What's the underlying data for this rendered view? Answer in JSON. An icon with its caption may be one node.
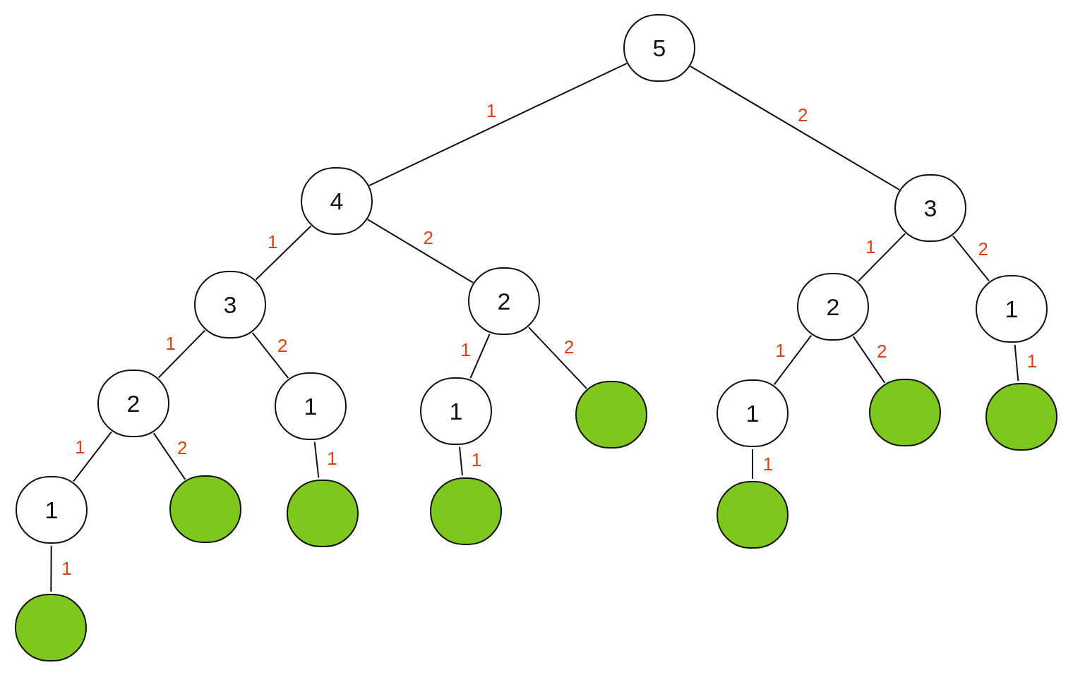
{
  "diagram": {
    "nodes": [
      {
        "text": [
          "5"
        ]
      },
      {
        "text": [
          "4"
        ]
      },
      {
        "text": [
          "3"
        ]
      },
      {
        "text": [
          "3"
        ]
      },
      {
        "text": [
          "2"
        ]
      },
      {
        "text": [
          "2"
        ]
      },
      {
        "text": [
          "1"
        ]
      },
      {
        "text": [
          "2"
        ]
      },
      {
        "text": [
          "1"
        ]
      },
      {
        "text": [
          "1"
        ]
      },
      {
        "text": [],
        "shape": "circle"
      },
      {
        "text": [
          "1"
        ]
      },
      {
        "text": [],
        "shape": "circle"
      },
      {
        "text": [],
        "shape": "circle"
      },
      {
        "text": [
          "1"
        ]
      },
      {
        "text": [],
        "shape": "circle"
      },
      {
        "text": [],
        "shape": "circle"
      },
      {
        "text": [],
        "shape": "circle"
      },
      {
        "text": [],
        "shape": "circle"
      },
      {
        "text": [],
        "shape": "circle"
      }
    ],
    "edges": [
      {
        "from": 0,
        "to": 1,
        "arrow": "none",
        "label": "1"
      },
      {
        "from": 0,
        "to": 2,
        "arrow": "none",
        "label": "2"
      },
      {
        "from": 1,
        "to": 3,
        "arrow": "none",
        "label": "1"
      },
      {
        "from": 1,
        "to": 4,
        "arrow": "none",
        "label": "2"
      },
      {
        "from": 2,
        "to": 5,
        "arrow": "none",
        "label": "1"
      },
      {
        "from": 2,
        "to": 6,
        "arrow": "none",
        "label": "2"
      },
      {
        "from": 3,
        "to": 7,
        "arrow": "none",
        "label": "1"
      },
      {
        "from": 3,
        "to": 8,
        "arrow": "none",
        "label": "2"
      },
      {
        "from": 4,
        "to": 9,
        "arrow": "none",
        "label": "1"
      },
      {
        "from": 4,
        "to": 10,
        "arrow": "none",
        "label": "2"
      },
      {
        "from": 5,
        "to": 11,
        "arrow": "none",
        "label": "1"
      },
      {
        "from": 5,
        "to": 12,
        "arrow": "none",
        "label": "2"
      },
      {
        "from": 6,
        "to": 13,
        "arrow": "none",
        "label": "1"
      },
      {
        "from": 7,
        "to": 14,
        "arrow": "none",
        "label": "1"
      },
      {
        "from": 7,
        "to": 15,
        "arrow": "none",
        "label": "2"
      },
      {
        "from": 8,
        "to": 16,
        "arrow": "none",
        "label": "1"
      },
      {
        "from": 9,
        "to": 17,
        "arrow": "none",
        "label": "1"
      },
      {
        "from": 11,
        "to": 18,
        "arrow": "none",
        "label": "1"
      },
      {
        "from": 14,
        "to": 19,
        "arrow": "none",
        "label": "1"
      }
    ]
  }
}
